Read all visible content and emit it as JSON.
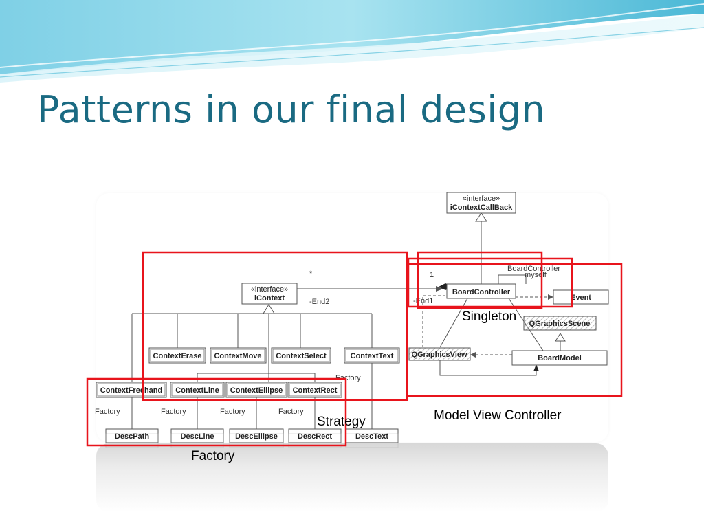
{
  "slide": {
    "title": "Patterns in our final design"
  },
  "uml": {
    "classes": {
      "icontextcallback": {
        "stereotype": "«interface»",
        "name": "iContextCallBack"
      },
      "icontext": {
        "stereotype": "«interface»",
        "name": "iContext"
      },
      "boardcontroller": {
        "name": "BoardController"
      },
      "event": {
        "name": "Event"
      },
      "qgraphicsscene": {
        "name": "QGraphicsScene"
      },
      "qgraphicsview": {
        "name": "QGraphicsView"
      },
      "boardmodel": {
        "name": "BoardModel"
      },
      "contexterase": {
        "name": "ContextErase"
      },
      "contextmove": {
        "name": "ContextMove"
      },
      "contextselect": {
        "name": "ContextSelect"
      },
      "contexttext": {
        "name": "ContextText"
      },
      "contextfreehand": {
        "name": "ContextFreehand"
      },
      "contextline": {
        "name": "ContextLine"
      },
      "contextellipse": {
        "name": "ContextEllipse"
      },
      "contextrect": {
        "name": "ContextRect"
      },
      "descpath": {
        "name": "DescPath"
      },
      "descline": {
        "name": "DescLine"
      },
      "descellipse": {
        "name": "DescEllipse"
      },
      "descrect": {
        "name": "DescRect"
      },
      "desctext": {
        "name": "DescText"
      }
    },
    "labels": {
      "equals": "=",
      "star": "*",
      "one": "1",
      "end2": "-End2",
      "end1": "-End1",
      "board_controller_role": "BoardController",
      "myself": "myself",
      "factory": "Factory"
    }
  },
  "patterns": {
    "singleton": "Singleton",
    "mvc": "Model View Controller",
    "strategy": "Strategy",
    "factory": "Factory"
  },
  "colors": {
    "title": "#1a6a82",
    "highlight": "#e8141c"
  }
}
